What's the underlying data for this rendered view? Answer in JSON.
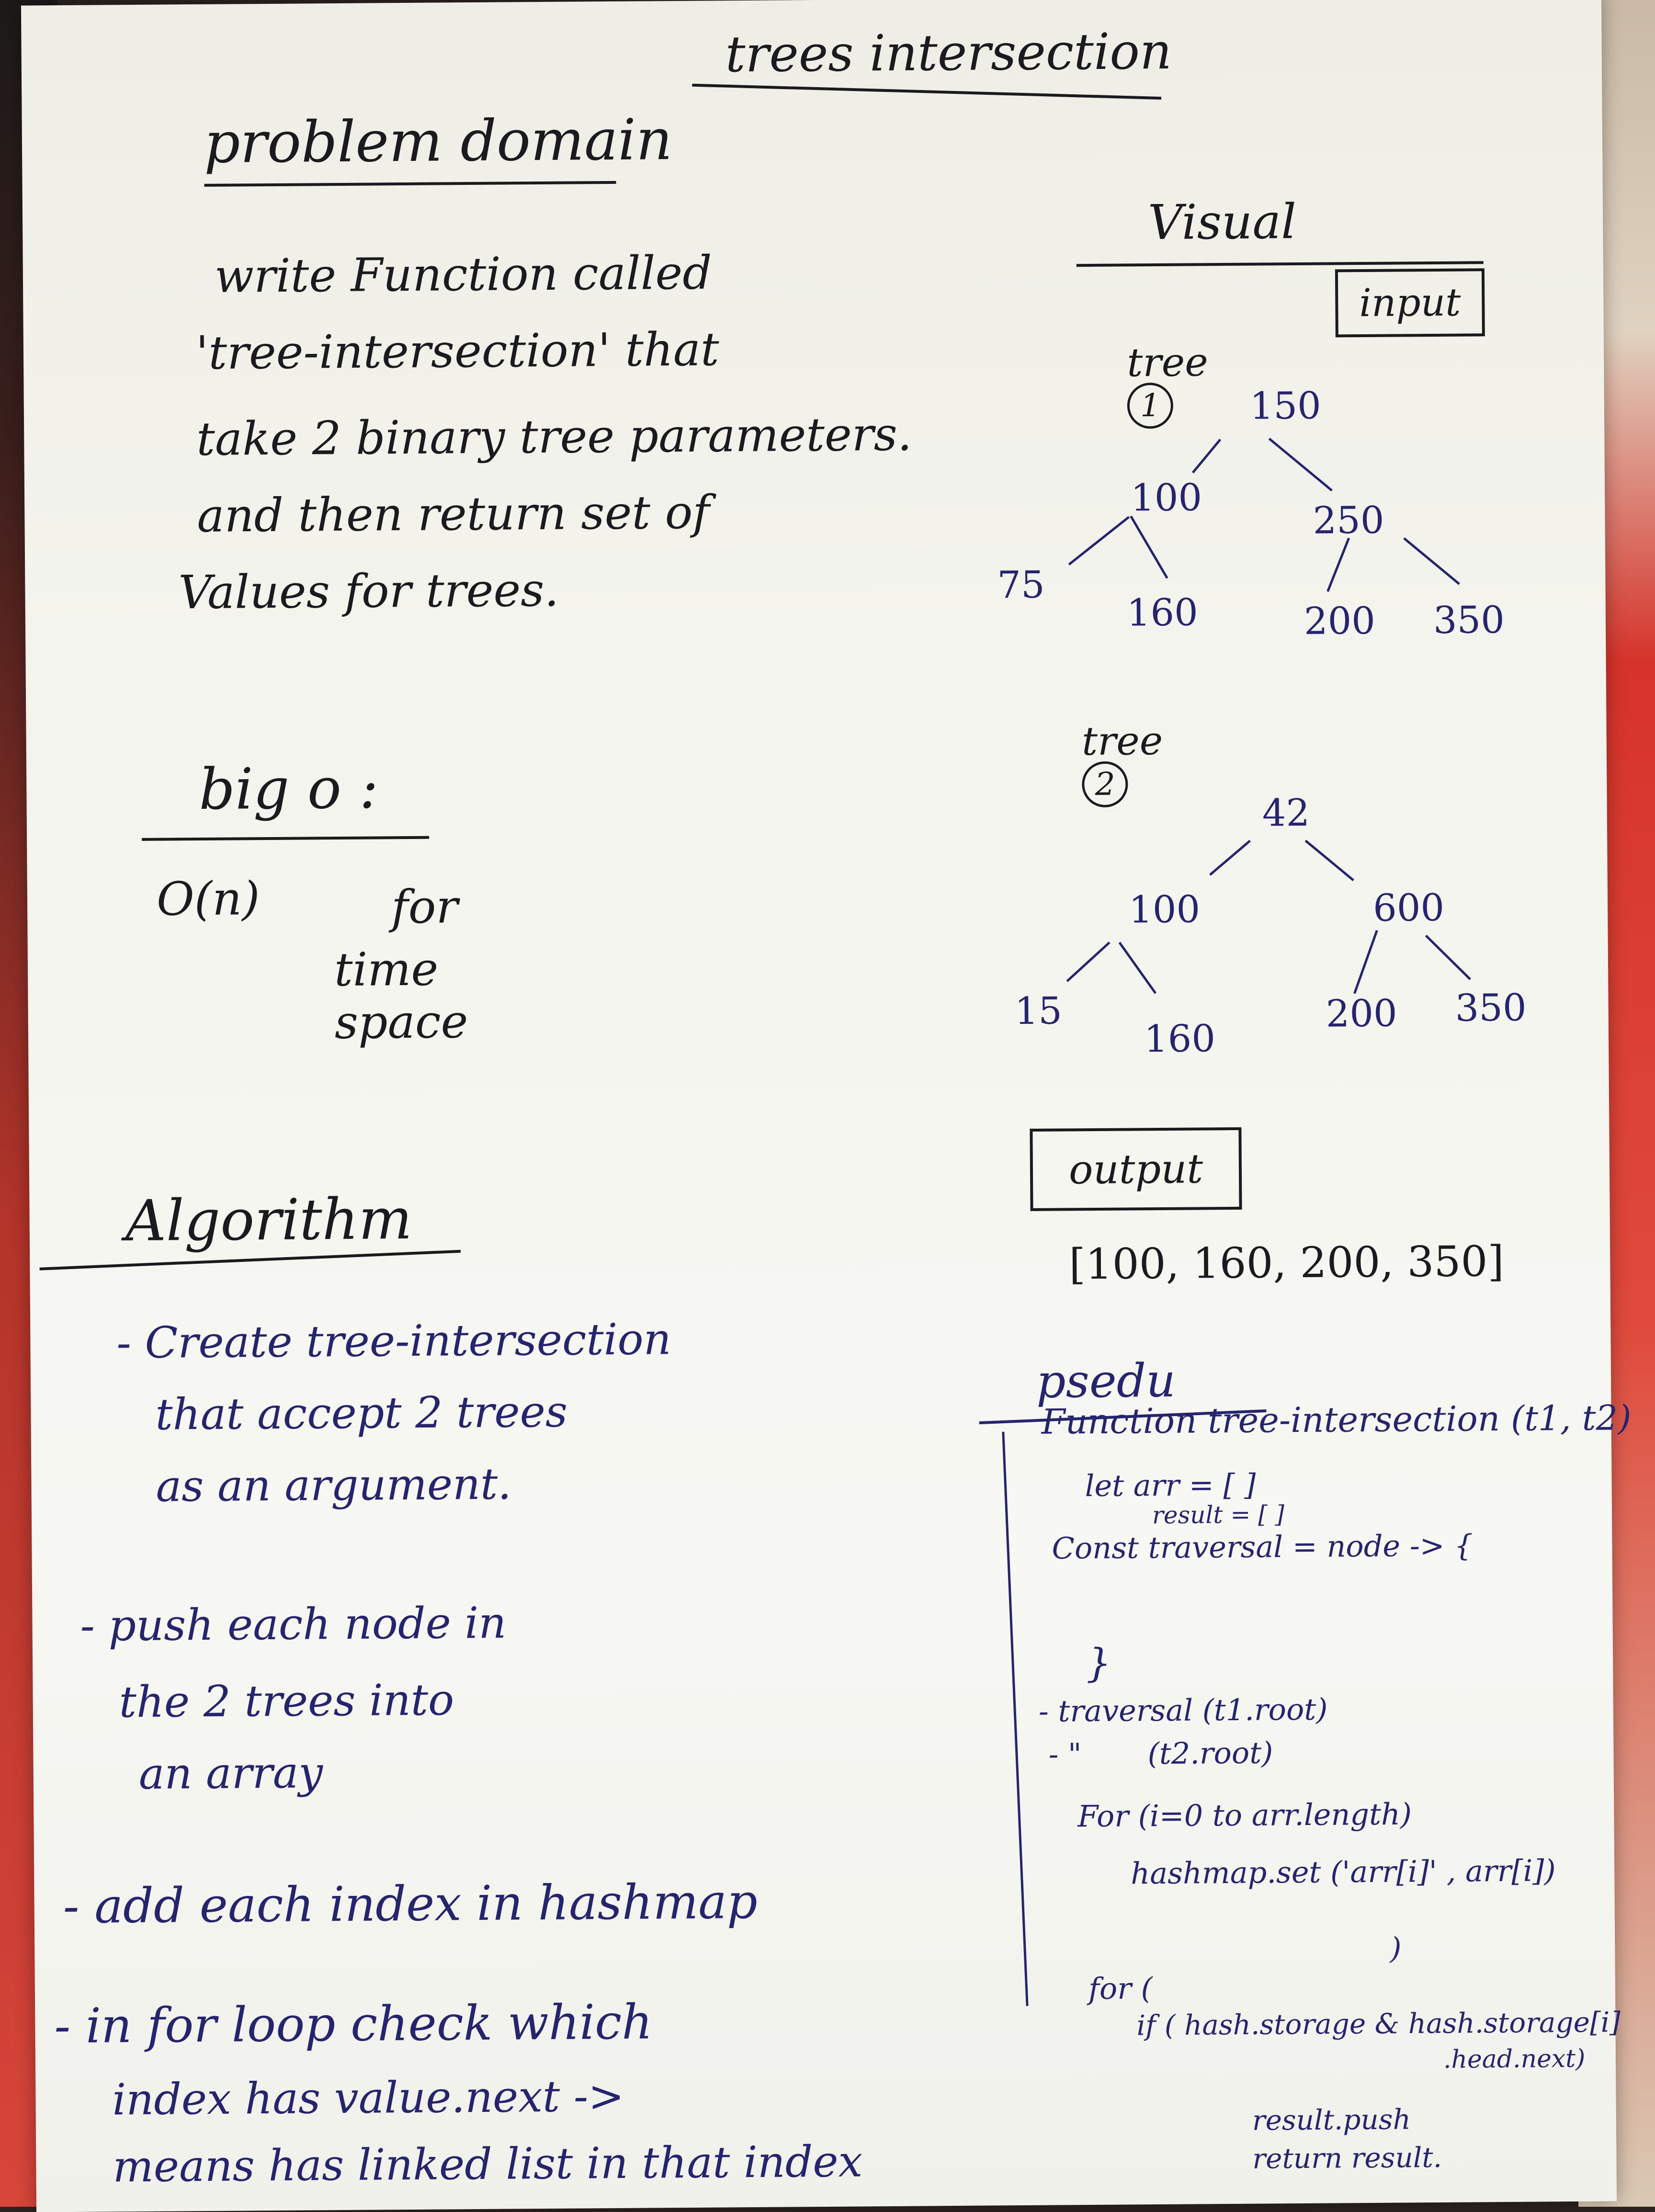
{
  "title": "trees intersection",
  "problem": {
    "heading": "problem domain",
    "lines": [
      "write Function called",
      "'tree-intersection' that",
      "take 2 binary tree parameters.",
      "and then return set of",
      "Values for trees."
    ]
  },
  "bigo": {
    "heading": "big o :",
    "value": "O(n)",
    "for_label": "for",
    "items": [
      "time",
      "space"
    ]
  },
  "algorithm": {
    "heading": "Algorithm",
    "steps": [
      [
        "- Create tree-intersection",
        "that accept 2 trees",
        "as an argument."
      ],
      [
        "- push each node in",
        "the 2 trees into",
        "an array"
      ],
      [
        "- add each index in hashmap"
      ],
      [
        "- in for loop check which",
        "index has value.next ->",
        "means has linked list in that index"
      ]
    ]
  },
  "visual": {
    "heading": "Visual",
    "input_label": "input",
    "tree1": {
      "label": "tree",
      "number": "1",
      "nodes": [
        "150",
        "100",
        "250",
        "75",
        "160",
        "200",
        "350"
      ]
    },
    "tree2": {
      "label": "tree",
      "number": "2",
      "nodes": [
        "42",
        "100",
        "600",
        "15",
        "160",
        "200",
        "350"
      ]
    },
    "output_label": "output",
    "output_value": "[100, 160, 200, 350]"
  },
  "pseudo": {
    "heading": "psedu",
    "lines": [
      "Function tree-intersection (t1, t2)",
      "let arr = [ ]",
      "result = [ ]",
      "Const traversal = node -> {",
      "}",
      "- traversal (t1.root)",
      "- \"       (t2.root)",
      "For (i=0 to arr.length)",
      "hashmap.set ('arr[i]' , arr[i])",
      ")",
      "for (",
      "if ( hash.storage & hash.storage[i]",
      ".head.next)",
      "result.push",
      "return result."
    ]
  }
}
